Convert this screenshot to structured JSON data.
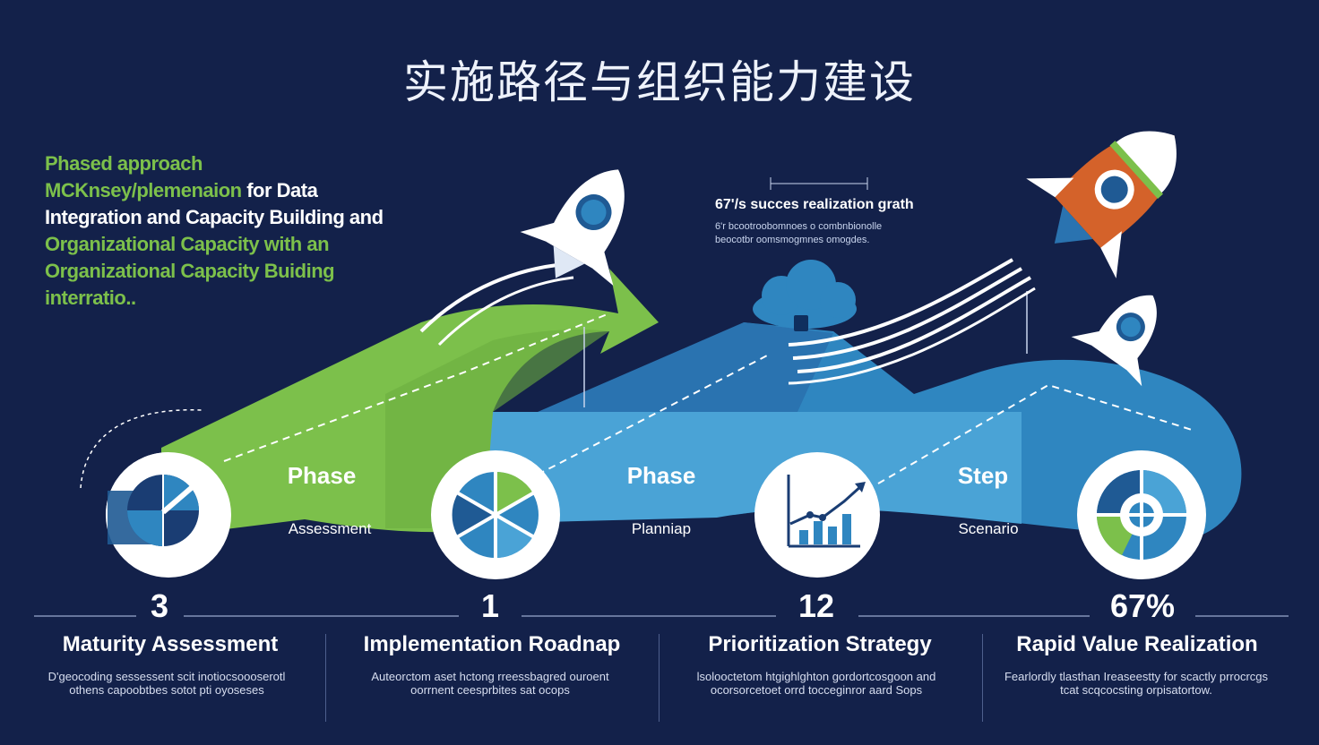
{
  "title": "实施路径与组织能力建设",
  "intro": {
    "line1": "Phased approach",
    "line2a": "MCKnsey/",
    "line2b": "plemenaion",
    "line2c": "for Data",
    "line3": "Integration and Capacity Building and",
    "line4": "Organizational Capacity with an",
    "line5": "Organizational Capacity Buiding",
    "line6": "interratio.."
  },
  "callout": {
    "title": "67'/s succes realization grath",
    "desc": "6'r bcootroobomnoes o  combnbionolle beocotbr oomsmogmnes omogdes."
  },
  "phases": [
    {
      "label": "Phase",
      "sub": "Assessment"
    },
    {
      "label": "Phase",
      "sub": "Planniap"
    },
    {
      "label": "Step",
      "sub": "Scenario"
    }
  ],
  "stats": [
    {
      "value": "3",
      "title": "Maturity Assessment",
      "desc": "D'geocoding sessessent scit inotiocsoooserotl othens capoobtbes sotot pti oyoseses"
    },
    {
      "value": "1",
      "title": "Implementation Roadnap",
      "desc": "Auteorctom aset hctong rreessbagred ouroent oorrnent ceesprbites sat ocops"
    },
    {
      "value": "12",
      "title": "Prioritization Strategy",
      "desc": "lsolooctetom htgighlghton gordortcosgoon and ocorsorcetoet orrd tocceginror aard Sops"
    },
    {
      "value": "67%",
      "title": "Rapid Value Realization",
      "desc": "Fearlordly tlasthan Ireaseestty for scactly prrocrcgs tcat scqcocsting orpisatortow."
    }
  ],
  "colors": {
    "background": "#13214a",
    "green": "#7cc04b",
    "blue": "#2f86c0",
    "light_blue": "#4aa3d6",
    "orange": "#d4622a"
  },
  "icons": [
    "rocket-icon",
    "gauge-icon",
    "pie-chart-icon",
    "growth-chart-icon",
    "donut-chart-icon",
    "cloud-icon"
  ]
}
